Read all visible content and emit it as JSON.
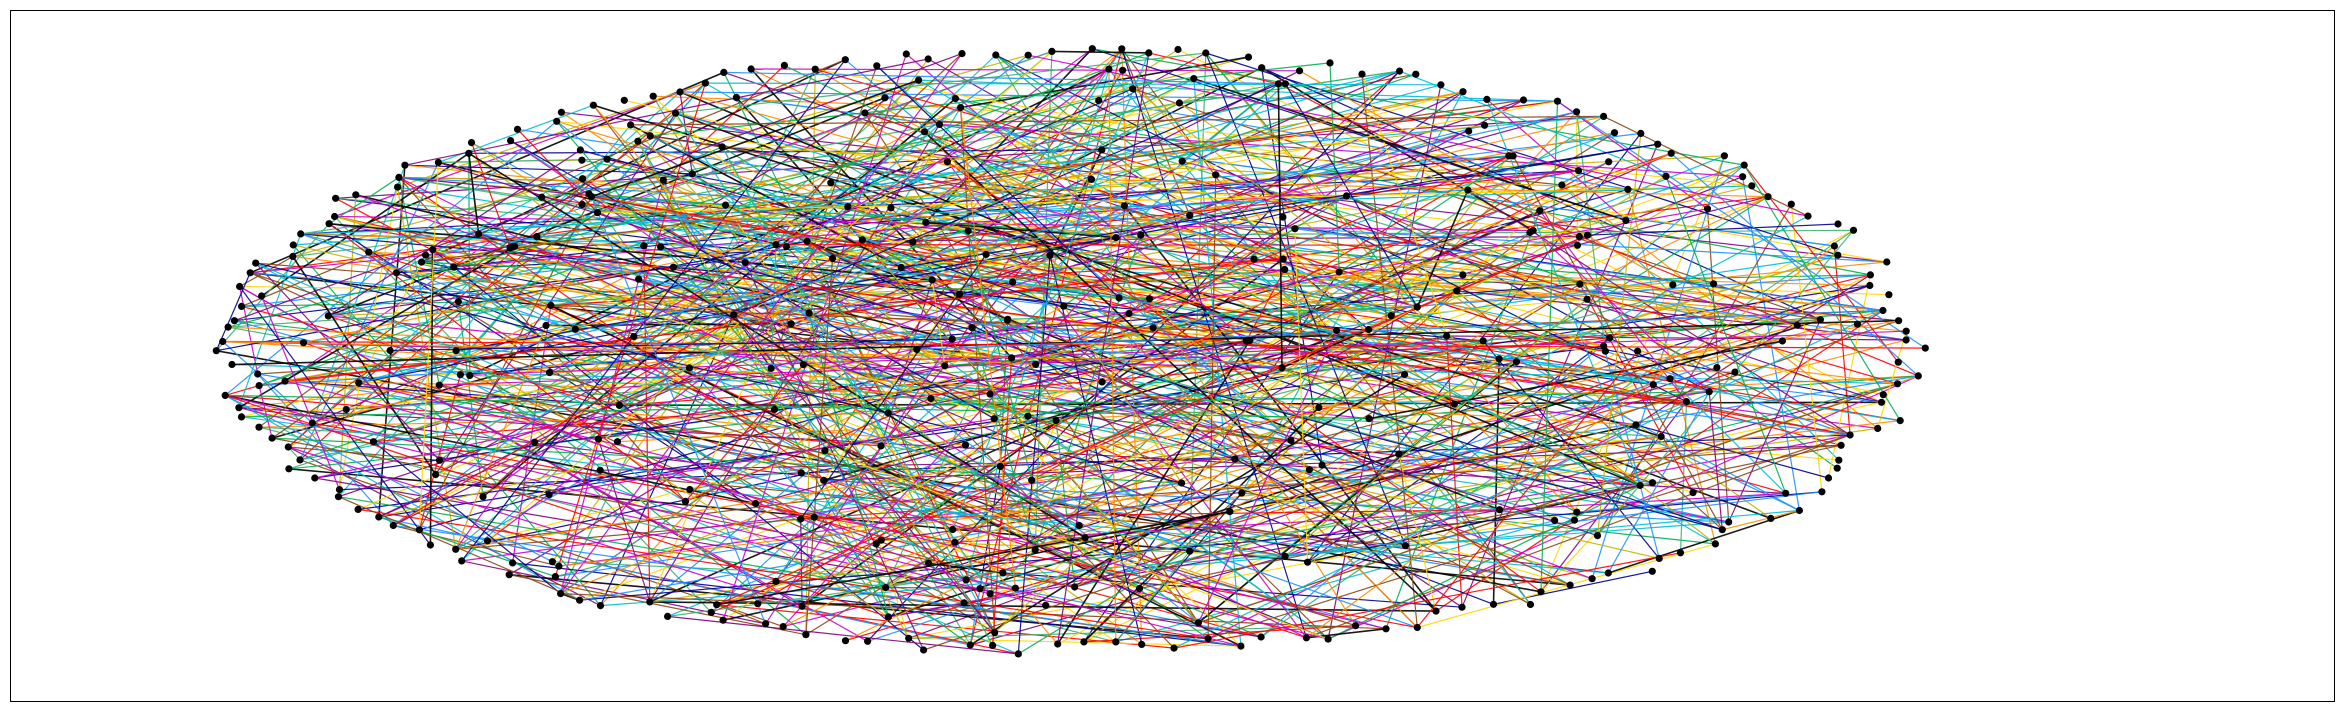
{
  "figure": {
    "type": "network-graph",
    "layout": "elliptical-random",
    "node_color": "#000000",
    "edge_palette": [
      "#ff0000",
      "#ff8c00",
      "#c8b400",
      "#ffd700",
      "#00b050",
      "#3cb371",
      "#00bcd4",
      "#1e90ff",
      "#00008b",
      "#800080",
      "#cc00cc",
      "#8b4513",
      "#000000"
    ],
    "edges_are_directed": true,
    "node_count": 420,
    "edge_count": 900
  }
}
